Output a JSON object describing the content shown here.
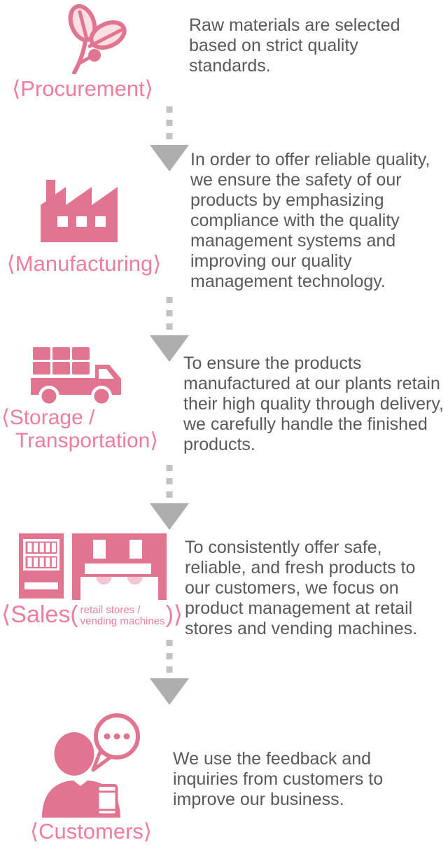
{
  "palette": {
    "icon_pink": "#e1748f",
    "icon_pink_light": "#fadfe5",
    "awning_pink_light": "#f5c6d3",
    "label_pink": "#ee7e9b",
    "body_text_gray": "#595959",
    "arrow_dash_gray": "#c2c2c2",
    "arrow_head_gray": "#aeaeae",
    "background": "#ffffff"
  },
  "sections": [
    {
      "icon": "leaf-branch-icon",
      "label": "⟨Procurement⟩",
      "description": "Raw materials are selected based on strict quality standards."
    },
    {
      "icon": "factory-icon",
      "label": "⟨Manufacturing⟩",
      "description": "In order to offer reliable quality, we ensure the safety of our products by emphasizing compliance with the quality management systems and improving our quality management technology."
    },
    {
      "icon": "truck-icon",
      "label_line1": "⟨Storage /",
      "label_line2": "Transportation⟩",
      "description": "To ensure the products manufactured at our plants retain their high quality through delivery, we carefully handle the finished products."
    },
    {
      "icons": [
        "vending-machine-icon",
        "store-icon"
      ],
      "label_prefix": "⟨Sales(",
      "label_small_line1": "retail stores /",
      "label_small_line2": "vending machines",
      "label_suffix": ")⟩",
      "description": "To consistently offer safe, reliable, and fresh products to our customers, we focus on product management at retail stores and vending machines."
    },
    {
      "icon": "customer-icon",
      "label": "⟨Customers⟩",
      "description": "We use the feedback and inquiries from customers to improve our business."
    }
  ]
}
